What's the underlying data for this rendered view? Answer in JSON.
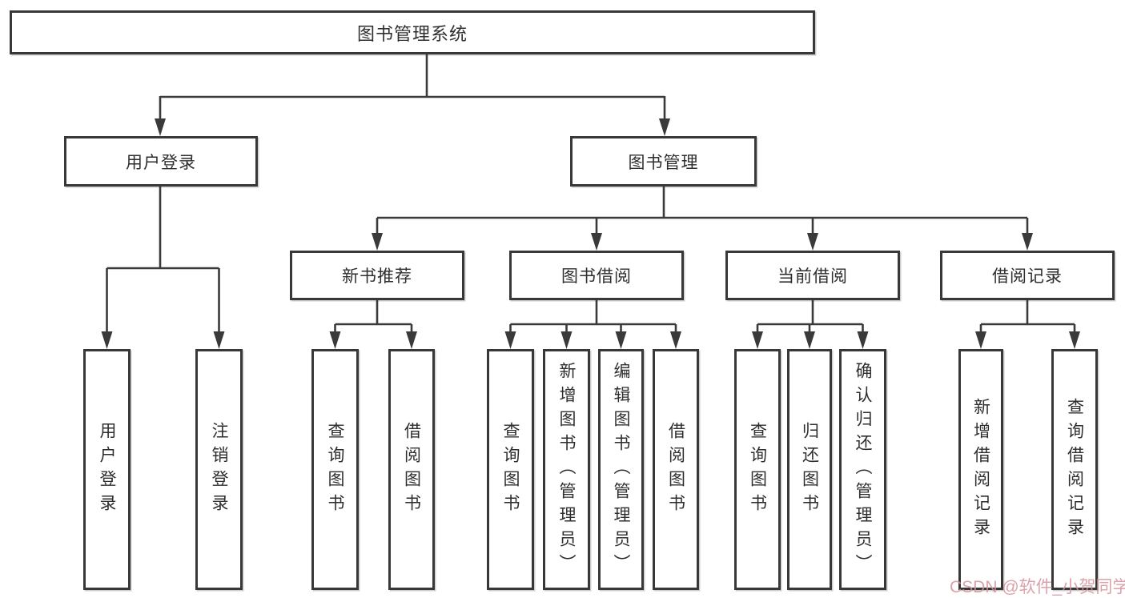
{
  "title": "图书管理系统",
  "colors": {
    "line": "#3a3a3a",
    "box_border": "#383838",
    "text": "#2e2e2e",
    "background": "#ffffff",
    "watermark": "#d6929c"
  },
  "level2": [
    {
      "id": "user-login",
      "label": "用户登录"
    },
    {
      "id": "book-management",
      "label": "图书管理"
    }
  ],
  "level3": [
    {
      "id": "new-book-recommend",
      "label": "新书推荐"
    },
    {
      "id": "book-borrow",
      "label": "图书借阅"
    },
    {
      "id": "current-borrow",
      "label": "当前借阅"
    },
    {
      "id": "borrow-records",
      "label": "借阅记录"
    }
  ],
  "leaves": {
    "user_login": [
      "用户登录",
      "注销登录"
    ],
    "new_book_recommend": [
      "查询图书",
      "借阅图书"
    ],
    "book_borrow": [
      "查询图书",
      "新增图书（管理员）",
      "编辑图书（管理员）",
      "借阅图书"
    ],
    "current_borrow": [
      "查询图书",
      "归还图书",
      "确认归还（管理员）"
    ],
    "borrow_records": [
      "新增借阅记录",
      "查询借阅记录"
    ]
  },
  "watermark": "CSDN @软件_小贺同学"
}
